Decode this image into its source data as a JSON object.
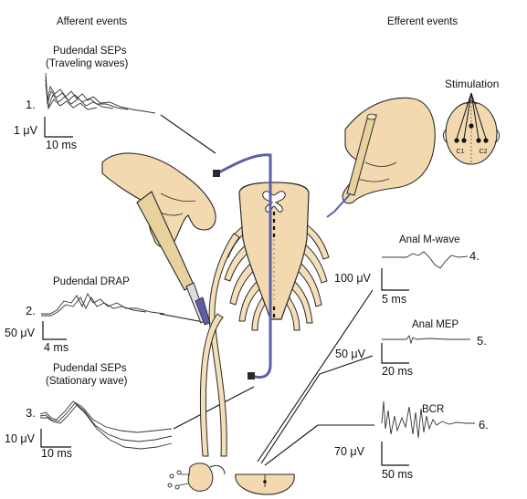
{
  "headers": {
    "afferent": "Afferent events",
    "efferent": "Efferent events"
  },
  "panels": {
    "p1": {
      "number": "1.",
      "title_line1": "Pudendal SEPs",
      "title_line2": "(Traveling waves)",
      "amp": "1 μV",
      "time": "10 ms"
    },
    "p2": {
      "number": "2.",
      "title_line1": "Pudendal DRAP",
      "amp": "50 μV",
      "time": "4 ms"
    },
    "p3": {
      "number": "3.",
      "title_line1": "Pudendal SEPs",
      "title_line2": "(Stationary wave)",
      "amp": "10 μV",
      "time": "10 ms"
    },
    "p4": {
      "number": "4.",
      "title_line1": "Anal M-wave",
      "amp": "100 μV",
      "time": "5 ms"
    },
    "p5": {
      "number": "5.",
      "title_line1": "Anal MEP",
      "amp": "50 μV",
      "time": "20 ms"
    },
    "p6": {
      "number": "6.",
      "title_line1": "BCR",
      "amp": "70 μV",
      "time": "50 ms"
    }
  },
  "stimulation": {
    "label": "Stimulation",
    "c1": "C1",
    "c2": "C2"
  },
  "colors": {
    "skin": "#f3d9b0",
    "nerve": "#f4dfb8",
    "outline": "#2a2a2a",
    "probe": "#5b5fa8",
    "trace": "#333333"
  }
}
